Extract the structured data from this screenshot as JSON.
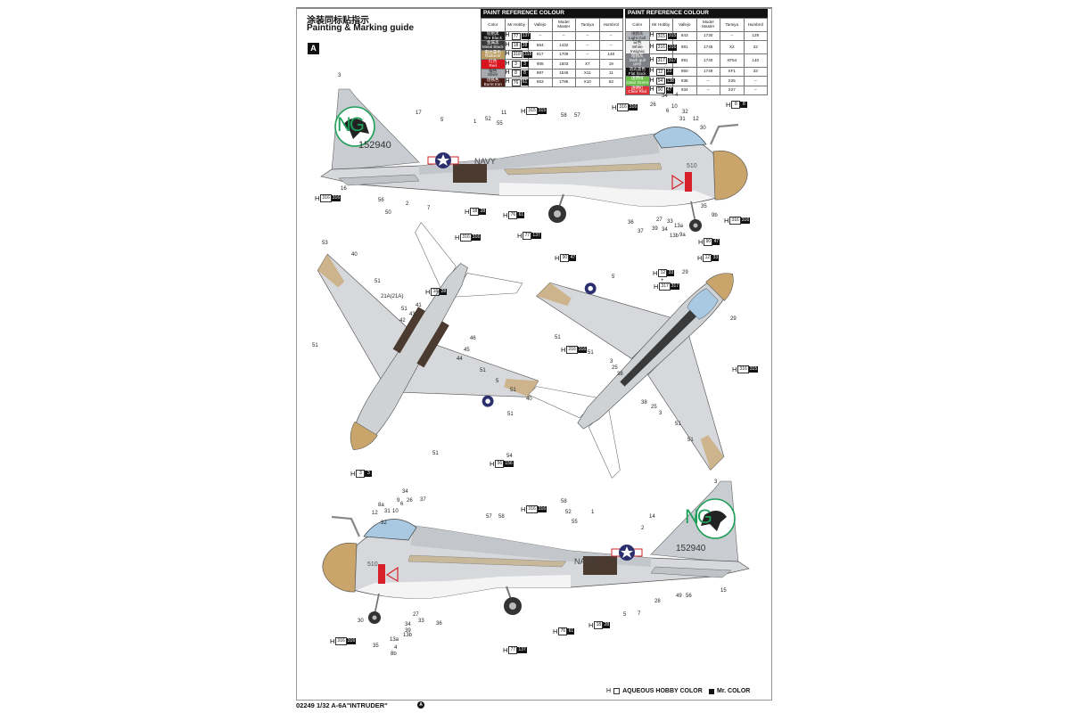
{
  "header": {
    "title_cn": "涂装同标贴指示",
    "title_en": "Painting & Marking guide",
    "section": "A"
  },
  "paint_tables": [
    {
      "heading": "PAINT  REFERENCE COLOUR",
      "columns": [
        "Color",
        "Mr.Hobby",
        "Vallejo",
        "Model Master",
        "Tamiya",
        "Humbrol"
      ],
      "rows": [
        {
          "cn": "轮胎黑",
          "en": "Tire Black",
          "swatch": "#1a1a1a",
          "h": "77",
          "mr": "137",
          "vallejo": "--",
          "mm": "--",
          "tamiya": "--",
          "humbrol": "--"
        },
        {
          "cn": "金属黑",
          "en": "Metal Black",
          "swatch": "#3a3a3a",
          "h": "18",
          "mr": "28",
          "vallejo": "864",
          "mm": "1432",
          "tamiya": "--",
          "humbrol": "--"
        },
        {
          "cn": "雷达罩色",
          "en": "Radome",
          "swatch": "#b89a5e",
          "h": "318",
          "mr": "318",
          "vallejo": "917",
          "mm": "1709",
          "tamiya": "--",
          "humbrol": "148"
        },
        {
          "cn": "红色",
          "en": "Red",
          "swatch": "#d8141c",
          "h": "3",
          "mr": "3",
          "vallejo": "908",
          "mm": "1503",
          "tamiya": "X7",
          "humbrol": "19"
        },
        {
          "cn": "银色",
          "en": "Silver",
          "swatch": "#a8aaae",
          "h": "8",
          "mr": "8",
          "vallejo": "997",
          "mm": "1546",
          "tamiya": "X11",
          "humbrol": "11"
        },
        {
          "cn": "烧铁色",
          "en": "Burnt Iron",
          "swatch": "#4a1c14",
          "h": "76",
          "mr": "61",
          "vallejo": "863",
          "mm": "1795",
          "tamiya": "X10",
          "humbrol": "53"
        }
      ]
    },
    {
      "heading": "PAINT  REFERENCE COLOUR",
      "columns": [
        "Color",
        "Mr Hobby",
        "Vallejo",
        "Model Master",
        "Tamiya",
        "Humbrol"
      ],
      "rows": [
        {
          "cn": "浅鸥灰",
          "en": "Light Gull",
          "swatch": "#b5b8bc",
          "h": "315",
          "mr": "315",
          "vallejo": "843",
          "mm": "1730",
          "tamiya": "--",
          "humbrol": "129"
        },
        {
          "cn": "白色",
          "en": "White Insignia",
          "swatch": "#f2f2f2",
          "h": "316",
          "mr": "316",
          "vallejo": "991",
          "mm": "1745",
          "tamiya": "X2",
          "humbrol": "22"
        },
        {
          "cn": "暗鸥灰",
          "en": "Dark gull grey",
          "swatch": "#7d8084",
          "h": "317",
          "mr": "317",
          "vallejo": "991",
          "mm": "1740",
          "tamiya": "XF54",
          "humbrol": "140"
        },
        {
          "cn": "消光黑色",
          "en": "Flat black",
          "swatch": "#111111",
          "h": "12",
          "mr": "33",
          "vallejo": "950",
          "mm": "1749",
          "tamiya": "XF1",
          "humbrol": "33"
        },
        {
          "cn": "透明绿",
          "en": "Clear Green",
          "swatch": "#6cc04a",
          "h": "94",
          "mr": "138",
          "vallejo": "936",
          "mm": "--",
          "tamiya": "X25",
          "humbrol": "--"
        },
        {
          "cn": "透明红",
          "en": "Clear Red",
          "swatch": "#e0333a",
          "h": "90",
          "mr": "47",
          "vallejo": "934",
          "mm": "--",
          "tamiya": "X27",
          "humbrol": "--"
        }
      ]
    }
  ],
  "markings": {
    "tail_code": "NG",
    "serial": "152940",
    "modex": "510",
    "navy": "NAVY"
  },
  "colors": {
    "light_gull": "#c9ccd0",
    "white": "#f4f4f4",
    "radome": "#c9a56c",
    "canopy": "#a9c9e2",
    "insignia_blue": "#2b2f6e",
    "red": "#d8202a",
    "green": "#1fa05a",
    "dark": "#3d3430"
  },
  "views": {
    "top": {
      "callouts": [
        "3",
        "17",
        "5",
        "1",
        "52",
        "55",
        "11",
        "58",
        "57",
        "26",
        "34",
        "4",
        "10",
        "6",
        "32",
        "31",
        "12",
        "30",
        "16",
        "56",
        "50",
        "2",
        "7",
        "36",
        "37",
        "39",
        "34",
        "33",
        "27",
        "13a",
        "13b",
        "9a",
        "9b",
        "35"
      ],
      "codes": [
        {
          "h": "315",
          "mr": "315"
        },
        {
          "h": "316",
          "mr": "316"
        },
        {
          "h": "8",
          "mr": "8"
        },
        {
          "h": "316",
          "mr": "316"
        },
        {
          "h": "18",
          "mr": "28"
        },
        {
          "h": "76",
          "mr": "61"
        },
        {
          "h": "77",
          "mr": "137"
        },
        {
          "h": "316",
          "mr": "316"
        },
        {
          "h": "90",
          "mr": "47"
        }
      ]
    },
    "underside": {
      "callouts": [
        "53",
        "40",
        "51",
        "21A(21A)",
        "51",
        "41",
        "43",
        "42",
        "51",
        "46",
        "45",
        "44",
        "51",
        "5",
        "51",
        "40",
        "51",
        "51",
        "54"
      ],
      "codes": [
        {
          "h": "316",
          "mr": "316"
        },
        {
          "h": "18",
          "mr": "28"
        },
        {
          "h": "56",
          "mr": "156"
        },
        {
          "h": "3",
          "mr": "3"
        }
      ]
    },
    "upper": {
      "callouts": [
        "5",
        "29",
        "29",
        "51",
        "51",
        "3",
        "25",
        "38",
        "38",
        "25",
        "3",
        "51",
        "51",
        "+"
      ],
      "codes": [
        {
          "h": "90",
          "mr": "47"
        },
        {
          "h": "12",
          "mr": "33"
        },
        {
          "h": "317",
          "mr": "317"
        },
        {
          "h": "12",
          "mr": "33"
        },
        {
          "h": "316",
          "mr": "316"
        },
        {
          "h": "316",
          "mr": "315"
        }
      ]
    },
    "bottom": {
      "callouts": [
        "34",
        "8a",
        "9",
        "26",
        "37",
        "12",
        "31",
        "10",
        "6",
        "32",
        "57",
        "58",
        "58",
        "52",
        "55",
        "1",
        "3",
        "14",
        "2",
        "28",
        "49",
        "56",
        "15",
        "5",
        "7",
        "30",
        "27",
        "33",
        "34",
        "39",
        "13b",
        "13a",
        "4",
        "8b",
        "35",
        "36"
      ],
      "codes": [
        {
          "h": "316",
          "mr": "316"
        },
        {
          "h": "76",
          "mr": "61"
        },
        {
          "h": "18",
          "mr": "28"
        },
        {
          "h": "77",
          "mr": "137"
        },
        {
          "h": "316",
          "mr": "316"
        }
      ]
    }
  },
  "legend": {
    "aqueous_prefix": "H",
    "aqueous_label": "AQUEOUS HOBBY COLOR",
    "mr_label": "Mr. COLOR"
  },
  "footer": {
    "product": "02249 1/32 A-6A\"INTRUDER\"",
    "section": "A"
  }
}
